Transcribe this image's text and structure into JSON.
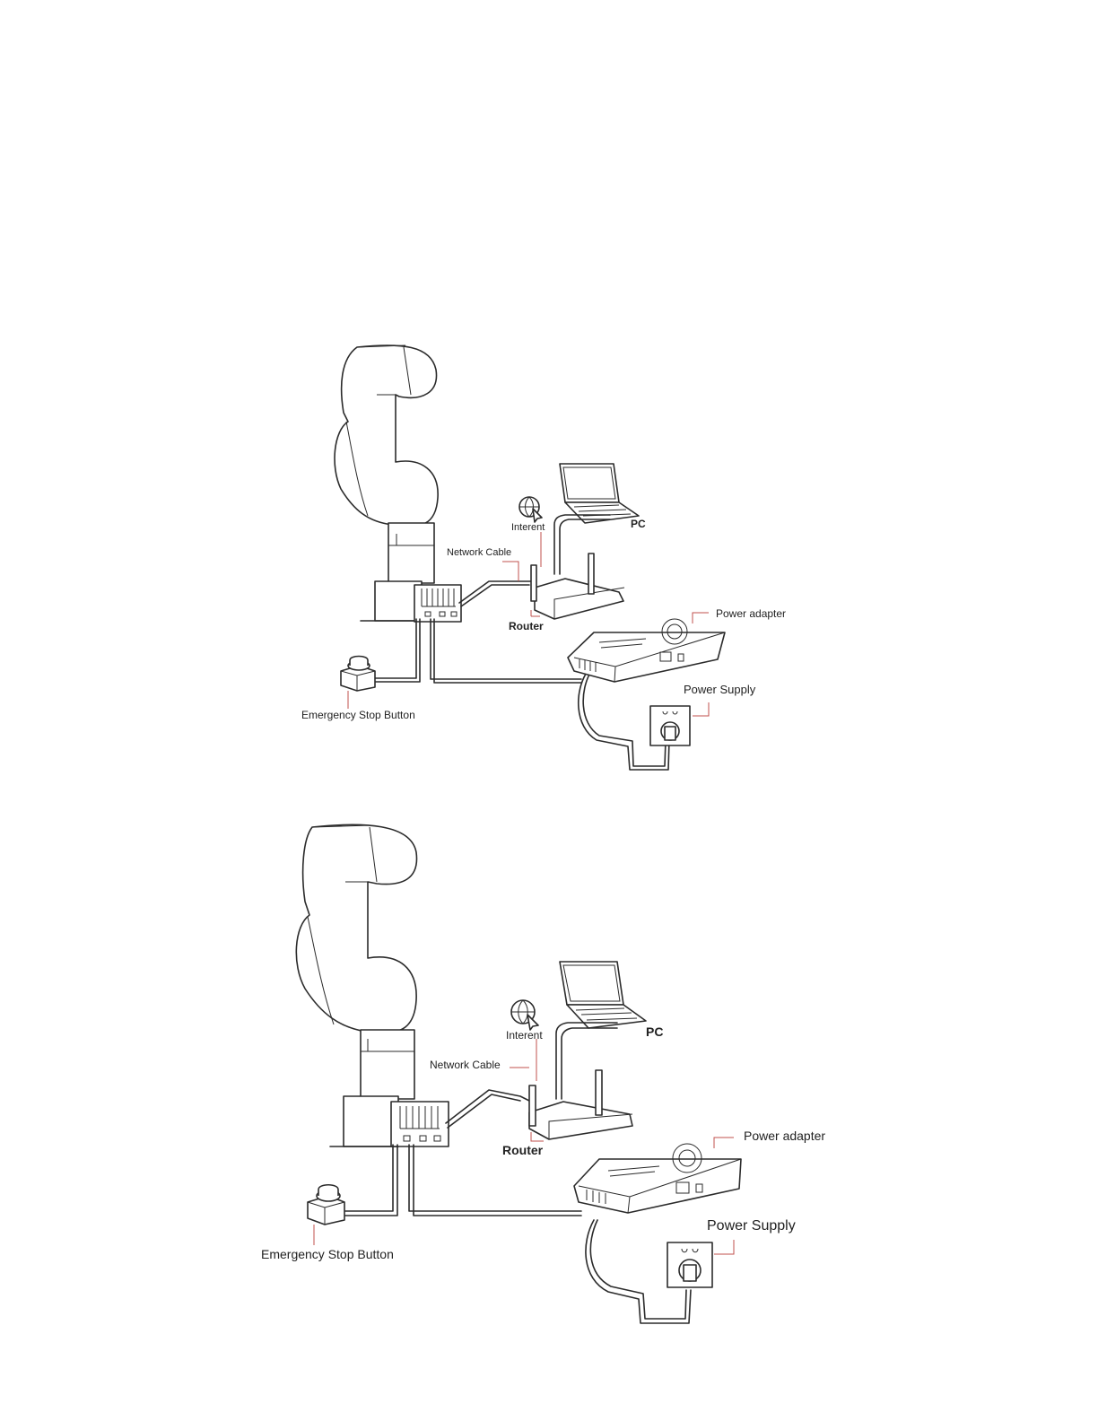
{
  "figures": [
    {
      "labels": {
        "internet": "Interent",
        "pc": "PC",
        "network_cable": "Network Cable",
        "router": "Router",
        "power_adapter": "Power adapter",
        "power_supply": "Power Supply",
        "emergency_stop": "Emergency Stop Button"
      }
    },
    {
      "labels": {
        "internet": "Interent",
        "pc": "PC",
        "network_cable": "Network Cable",
        "router": "Router",
        "power_adapter": "Power adapter",
        "power_supply": "Power Supply",
        "emergency_stop": "Emergency Stop Button"
      }
    }
  ],
  "colors": {
    "line": "#2b2b2b",
    "leader": "#c0504d",
    "background": "#ffffff"
  }
}
